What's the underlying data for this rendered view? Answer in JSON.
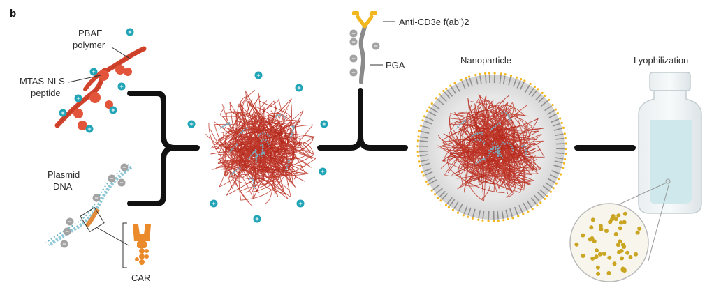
{
  "figure": {
    "panel_label": "b",
    "labels": {
      "pbae_line1": "PBAE",
      "pbae_line2": "polymer",
      "mtas_line1": "MTAS-NLS",
      "mtas_line2": "peptide",
      "plasmid_line1": "Plasmid",
      "plasmid_line2": "DNA",
      "car": "CAR",
      "anti_cd3": "Anti-CD3e f(ab’)2",
      "pga": "PGA",
      "nanoparticle": "Nanoparticle",
      "lyophilization": "Lyophilization"
    },
    "signs": {
      "plus": "+",
      "minus": "−"
    },
    "colors": {
      "polymer": "#d2432c",
      "peptide_bead": "#e2553a",
      "dna": "#8ec7d6",
      "dna_highlight": "#e08a3a",
      "car": "#ea8a2a",
      "positive_charge": "#21a4b6",
      "negative_charge": "#a3a3a3",
      "pga": "#8a8a8a",
      "antibody": "#f2b61e",
      "arrow": "#111111",
      "shell": "#d5d5d5",
      "vial_liquid": "#cfe8ec",
      "particle_dot": "#c9a521"
    }
  }
}
